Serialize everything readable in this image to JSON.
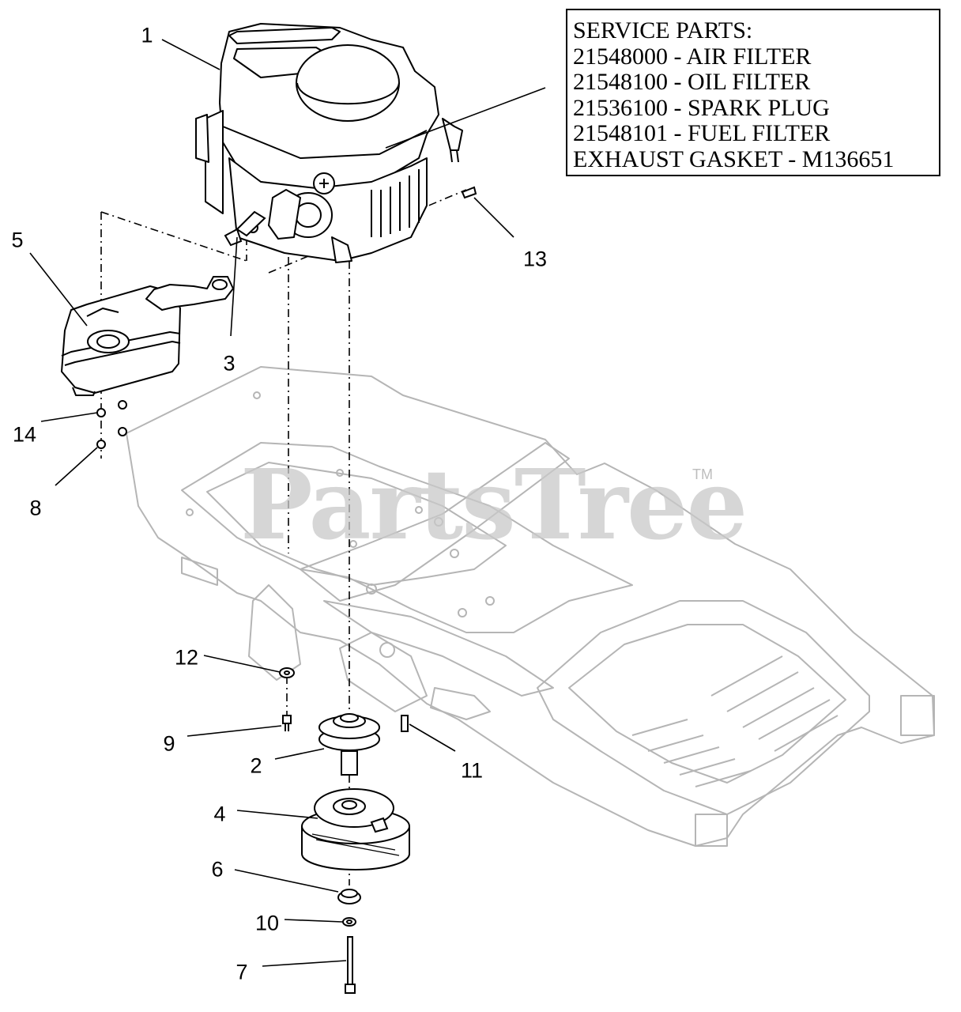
{
  "service_parts": {
    "heading": "SERVICE PARTS:",
    "lines": [
      "21548000 - AIR FILTER",
      "21548100 - OIL FILTER",
      "21536100 - SPARK PLUG",
      "21548101 - FUEL FILTER",
      "EXHAUST GASKET - M136651"
    ]
  },
  "callouts": {
    "c1": "1",
    "c2": "2",
    "c3": "3",
    "c4": "4",
    "c5": "5",
    "c6": "6",
    "c7": "7",
    "c8": "8",
    "c9": "9",
    "c10": "10",
    "c11": "11",
    "c12": "12",
    "c13": "13",
    "c14": "14"
  },
  "watermark": {
    "text": "PartsTree",
    "tm": "TM"
  }
}
